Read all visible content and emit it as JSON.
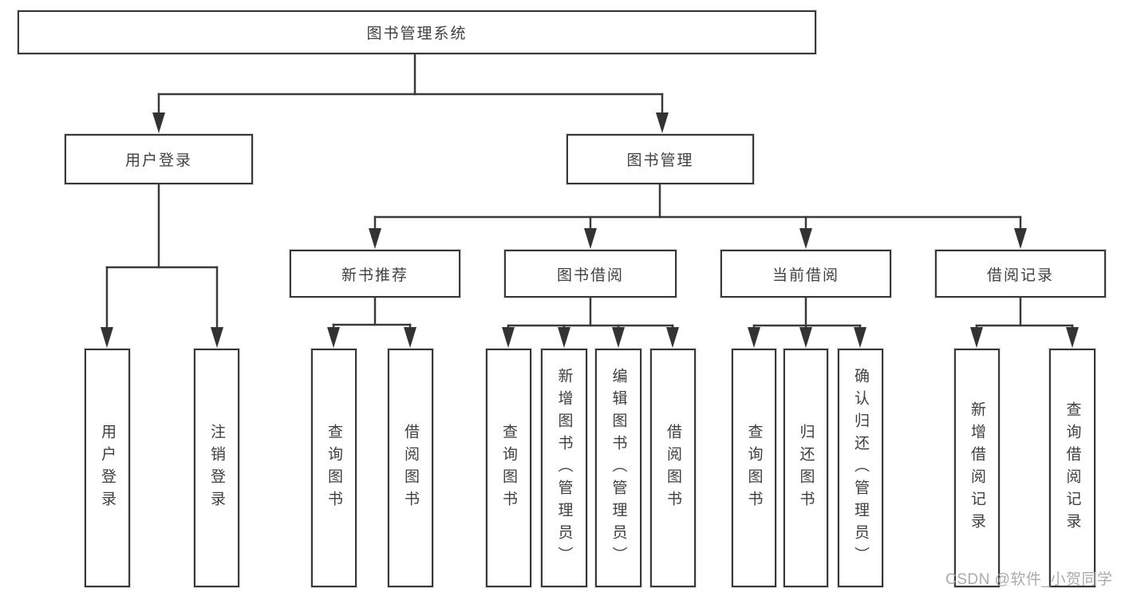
{
  "tree": {
    "root_label": "图书管理系统",
    "user_login": {
      "label": "用户登录",
      "children": [
        "用户登录",
        "注销登录"
      ]
    },
    "book_mgmt": {
      "label": "图书管理",
      "groups": [
        {
          "label": "新书推荐",
          "children": [
            "查询图书",
            "借阅图书"
          ]
        },
        {
          "label": "图书借阅",
          "children": [
            "查询图书",
            "新增图书（管理员）",
            "编辑图书（管理员）",
            "借阅图书"
          ]
        },
        {
          "label": "当前借阅",
          "children": [
            "查询图书",
            "归还图书",
            "确认归还（管理员）"
          ]
        },
        {
          "label": "借阅记录",
          "children": [
            "新增借阅记录",
            "查询借阅记录"
          ]
        }
      ]
    }
  },
  "watermark": "CSDN @软件_小贺同学",
  "colors": {
    "line": "#3a3a3a",
    "box_border": "#383838",
    "text": "#3f3f3f",
    "watermark": "#ababab",
    "background": "#ffffff"
  }
}
